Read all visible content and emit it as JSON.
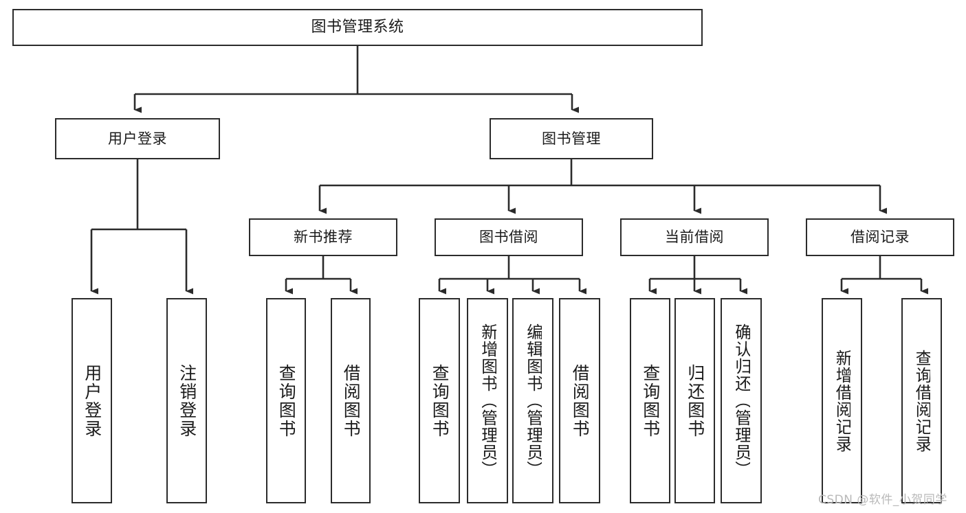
{
  "diagram": {
    "title": "图书管理系统",
    "type": "tree-hierarchy-chart",
    "watermark": "CSDN @软件_小贺同学",
    "root": {
      "label": "图书管理系统"
    },
    "level2": [
      {
        "label": "用户登录"
      },
      {
        "label": "图书管理"
      }
    ],
    "level3": [
      {
        "label": "新书推荐"
      },
      {
        "label": "图书借阅"
      },
      {
        "label": "当前借阅"
      },
      {
        "label": "借阅记录"
      }
    ],
    "leaves": {
      "user_login": [
        {
          "label": "用户登录"
        },
        {
          "label": "注销登录"
        }
      ],
      "new_book_recommend": [
        {
          "label": "查询图书"
        },
        {
          "label": "借阅图书"
        }
      ],
      "book_borrow": [
        {
          "label": "查询图书"
        },
        {
          "label": "新增图书（管理员）"
        },
        {
          "label": "编辑图书（管理员）"
        },
        {
          "label": "借阅图书"
        }
      ],
      "current_borrow": [
        {
          "label": "查询图书"
        },
        {
          "label": "归还图书"
        },
        {
          "label": "确认归还（管理员）"
        }
      ],
      "borrow_record": [
        {
          "label": "新增借阅记录"
        },
        {
          "label": "查询借阅记录"
        }
      ]
    },
    "colors": {
      "stroke": "#2b2b2b",
      "background": "#ffffff",
      "text": "#1b1b1b",
      "watermark": "#b9b9b9"
    }
  }
}
